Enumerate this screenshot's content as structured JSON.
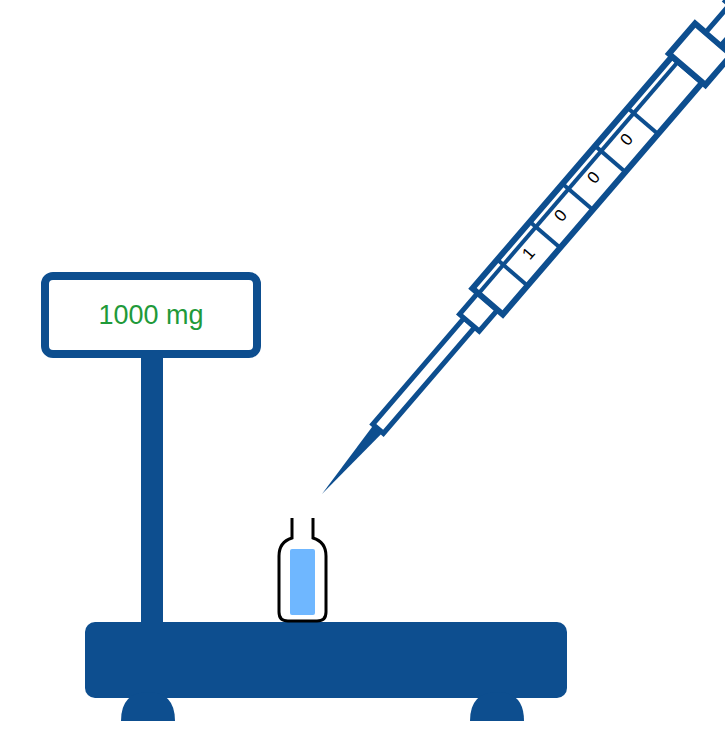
{
  "diagram": {
    "nodes": [
      {
        "text": [
          "1000 mg"
        ]
      }
    ],
    "labels": [
      "1",
      "0",
      "0",
      "0"
    ]
  }
}
